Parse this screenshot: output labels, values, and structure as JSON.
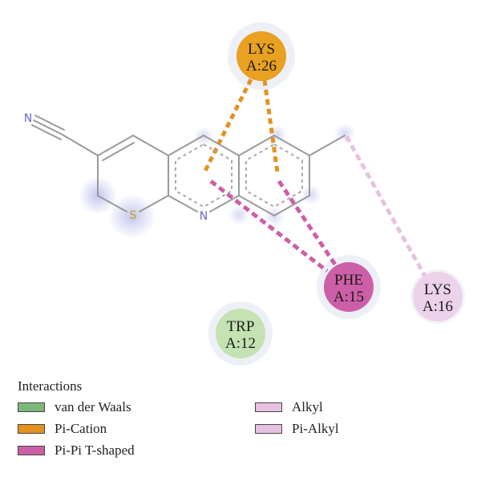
{
  "residues": [
    {
      "id": "lys26",
      "line1": "LYS",
      "line2": "A:26",
      "color": "#e8a121",
      "halo": "#eef0f8"
    },
    {
      "id": "phe15",
      "line1": "PHE",
      "line2": "A:15",
      "color": "#cd5fa8",
      "halo": "#eef0f8"
    },
    {
      "id": "lys16",
      "line1": "LYS",
      "line2": "A:16",
      "color": "#ecd2ea",
      "halo": "#eef0f8"
    },
    {
      "id": "trp12",
      "line1": "TRP",
      "line2": "A:12",
      "color": "#c4e2b2",
      "halo": "#eef0f8"
    }
  ],
  "atoms": {
    "nitrile_n": "N",
    "sulfur": "S",
    "ring_n": "N"
  },
  "legend": {
    "title": "Interactions",
    "items": [
      {
        "label": "van der Waals",
        "color": "#7cb87a"
      },
      {
        "label": "Pi-Cation",
        "color": "#e3921f"
      },
      {
        "label": "Pi-Pi T-shaped",
        "color": "#cd5fa8"
      },
      {
        "label": "Alkyl",
        "color": "#e7c2e0"
      },
      {
        "label": "Pi-Alkyl",
        "color": "#e7c2e0"
      }
    ]
  },
  "colors": {
    "bond": "#9a9a9a",
    "aromatic": "#a9a9a9",
    "atom_glow": "#bfc4ec",
    "pi_cation": "#e3921f",
    "pi_pi": "#cd5fa8",
    "pi_alkyl": "#e7c2e0"
  }
}
